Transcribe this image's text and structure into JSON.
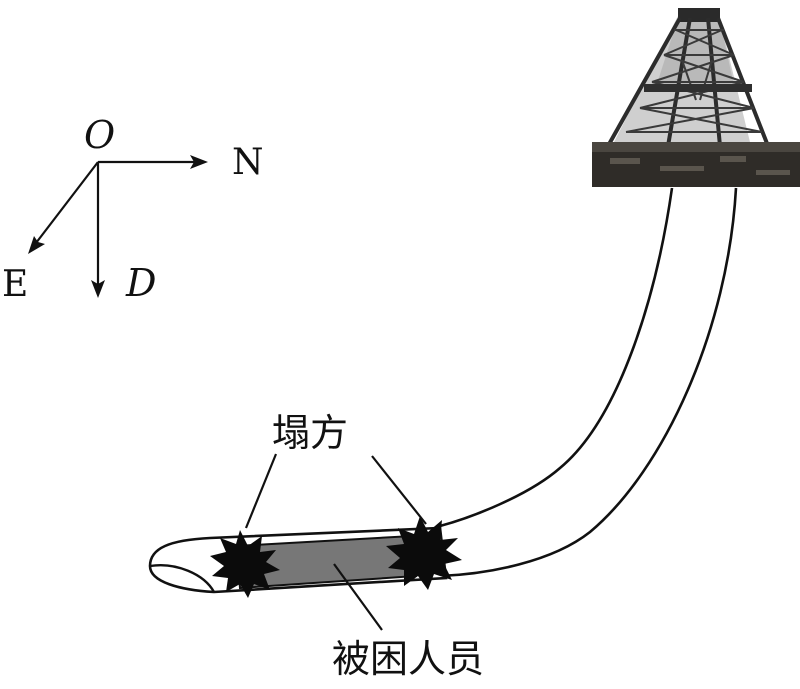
{
  "axes": {
    "origin_label": "O",
    "north_label": "N",
    "east_label": "E",
    "down_label": "D"
  },
  "labels": {
    "cave_in": "塌方",
    "trapped_people": "被困人员"
  },
  "colors": {
    "line": "#111111",
    "trapped_segment": "#777777",
    "collapse_blob": "#0b0b0b",
    "rig_dark": "#3a3a3a",
    "rig_base": "#2f2c28"
  }
}
